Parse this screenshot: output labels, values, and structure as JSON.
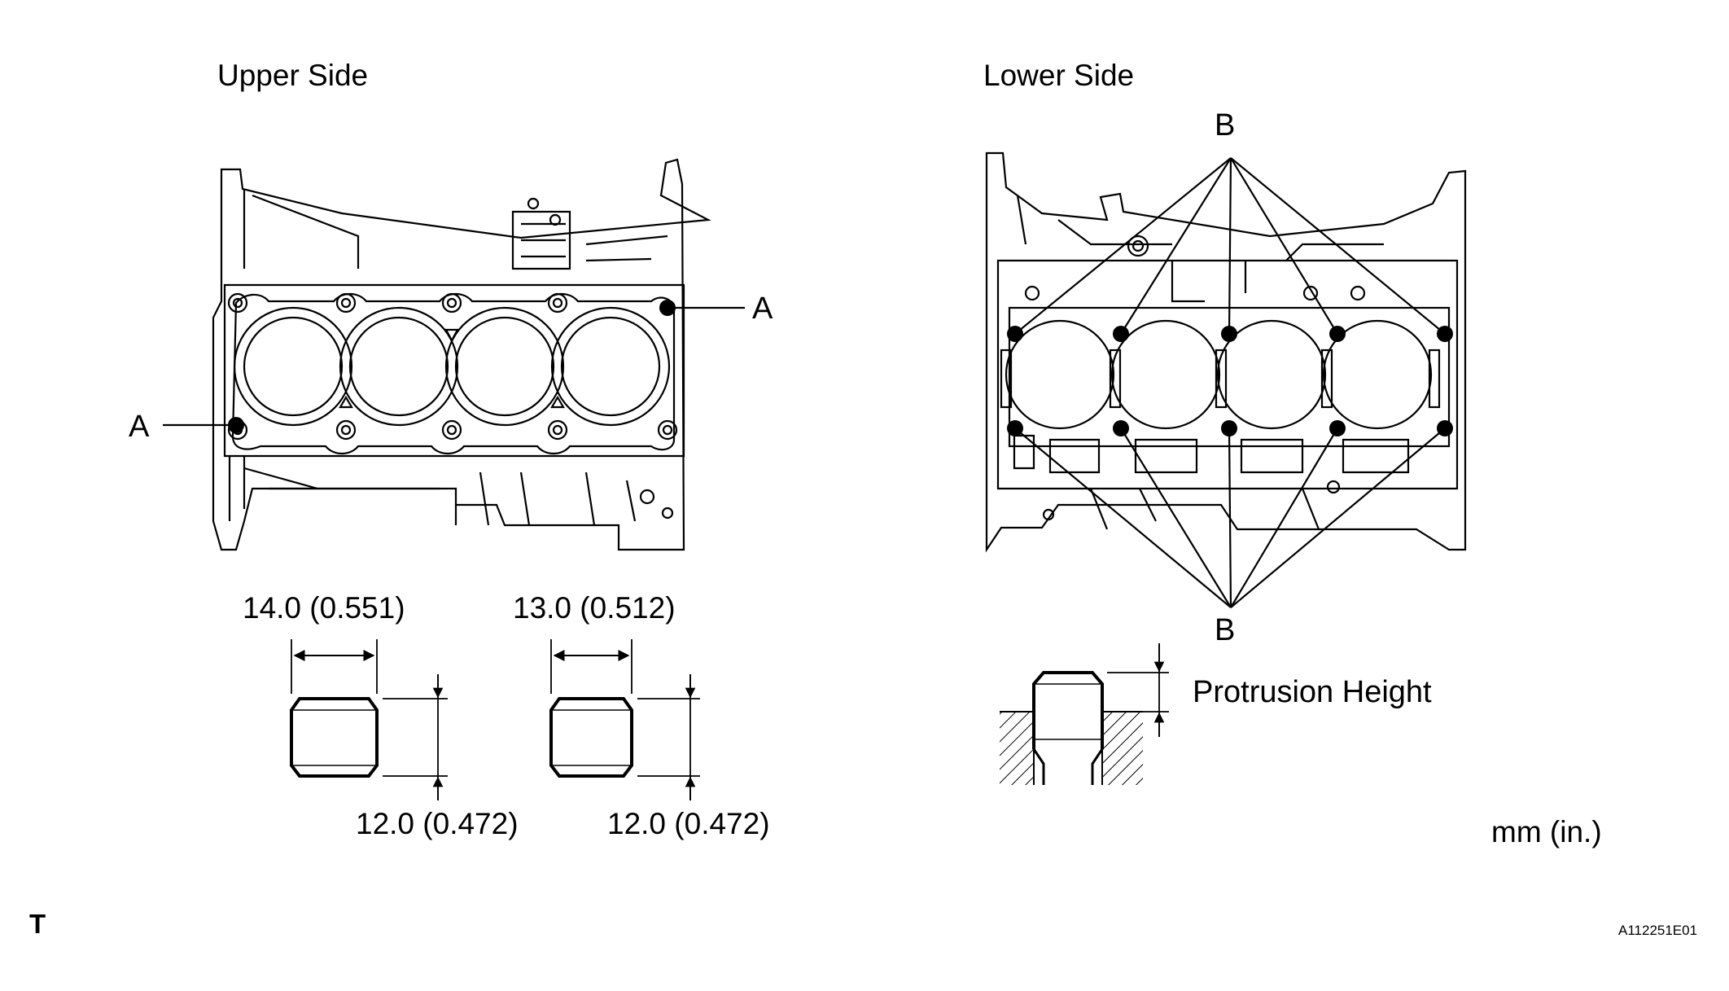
{
  "upper_side": {
    "title": "Upper Side",
    "callout_a_right": "A",
    "callout_a_left": "A",
    "pin1_width": "14.0 (0.551)",
    "pin1_height": "12.0 (0.472)",
    "pin2_width": "13.0 (0.512)",
    "pin2_height": "12.0 (0.472)"
  },
  "lower_side": {
    "title": "Lower Side",
    "callout_b_top": "B",
    "callout_b_bottom": "B",
    "protrusion_label": "Protrusion Height"
  },
  "units_label": "mm (in.)",
  "corner_mark": "T",
  "figure_id": "A112251E01"
}
